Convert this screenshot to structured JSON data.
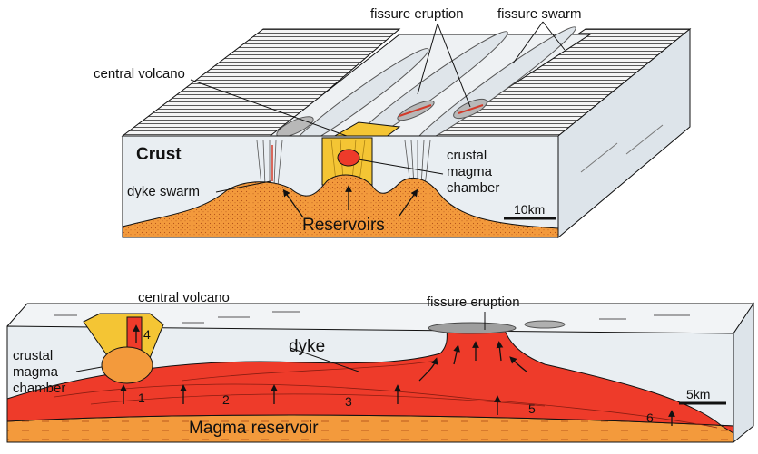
{
  "top_diagram": {
    "labels": {
      "fissure_eruption": "fissure eruption",
      "fissure_swarm": "fissure swarm",
      "central_volcano": "central volcano",
      "crust": "Crust",
      "crustal_magma_chamber": [
        "crustal",
        "magma",
        "chamber"
      ],
      "dyke_swarm": "dyke swarm",
      "reservoirs": "Reservoirs",
      "scale": "10km"
    }
  },
  "bottom_diagram": {
    "labels": {
      "central_volcano": "central volcano",
      "fissure_eruption": "fissure eruption",
      "dyke": "dyke",
      "crustal_magma_chamber": [
        "crustal",
        "magma",
        "chamber"
      ],
      "magma_reservoir": "Magma reservoir",
      "scale": "5km",
      "numbers": [
        "1",
        "2",
        "3",
        "4",
        "5",
        "6"
      ]
    }
  },
  "colors": {
    "magma": "#ee3b2a",
    "reservoir": "#f39a3c",
    "volcano": "#f4c534",
    "crust": "#e9eef2",
    "lava": "#a0a0a0"
  }
}
